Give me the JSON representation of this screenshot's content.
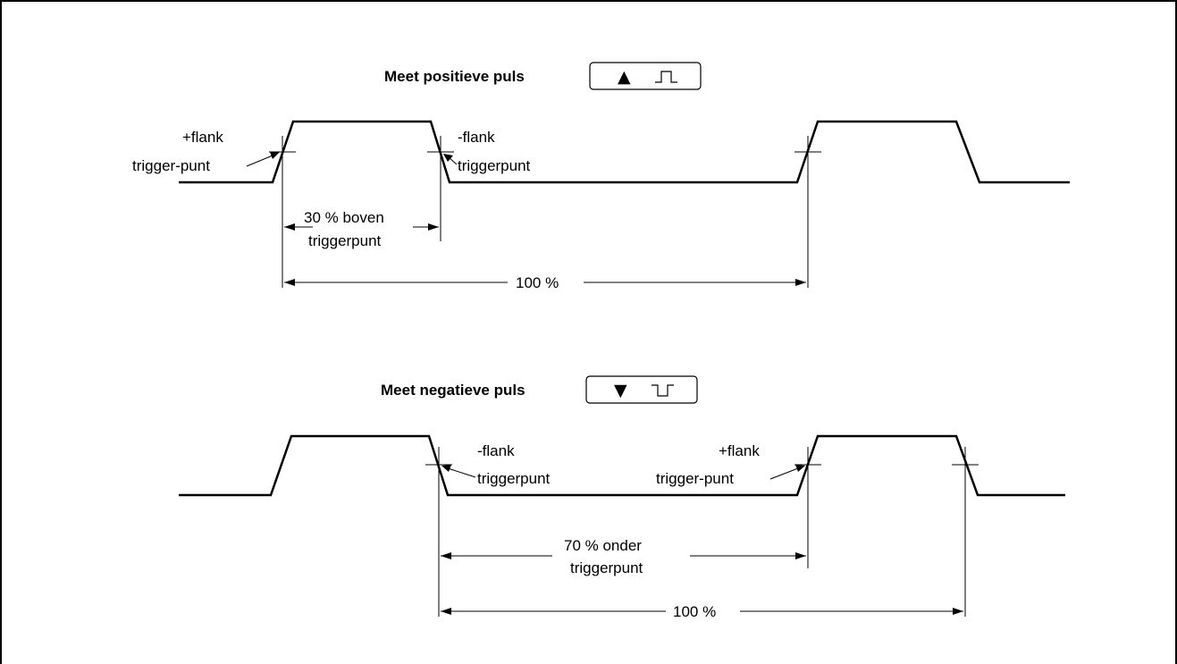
{
  "positive": {
    "heading": "Meet positieve puls",
    "rise_label_1": "+flank",
    "rise_label_2": "trigger-punt",
    "fall_label_1": "-flank",
    "fall_label_2": "triggerpunt",
    "duty_label_1": "30 % boven",
    "duty_label_2": "triggerpunt",
    "period_label": "100 %",
    "button_symbol": "▲"
  },
  "negative": {
    "heading": "Meet negatieve puls",
    "fall_label_1": "-flank",
    "fall_label_2": "triggerpunt",
    "rise_label_1": "+flank",
    "rise_label_2": "trigger-punt",
    "duty_label_1": "70 % onder",
    "duty_label_2": "triggerpunt",
    "period_label": "100 %",
    "button_symbol": "▼"
  }
}
